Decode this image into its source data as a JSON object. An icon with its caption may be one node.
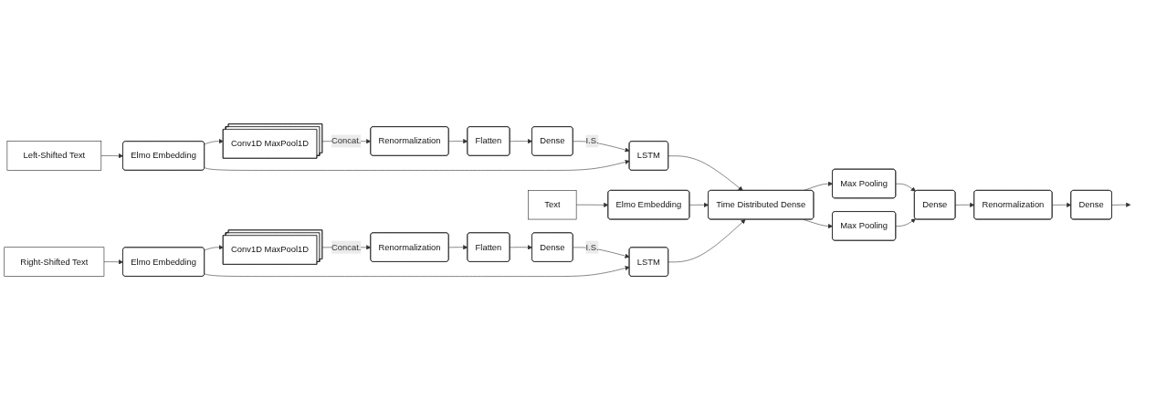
{
  "diagram": {
    "nodes": [
      {
        "text": [
          "Left-Shifted Text"
        ]
      },
      {
        "text": [
          "Elmo Embedding"
        ]
      },
      {
        "text": [
          "Conv1D MaxPool1D"
        ]
      },
      {
        "text": [
          "Renormalization"
        ]
      },
      {
        "text": [
          "Flatten"
        ]
      },
      {
        "text": [
          "Dense"
        ]
      },
      {
        "text": [
          "LSTM"
        ]
      },
      {
        "text": [
          "Text"
        ]
      },
      {
        "text": [
          "Elmo Embedding"
        ]
      },
      {
        "text": [
          "Time Distributed Dense"
        ]
      },
      {
        "text": [
          "Max Pooling"
        ]
      },
      {
        "text": [
          "Max Pooling"
        ]
      },
      {
        "text": [
          "Dense"
        ]
      },
      {
        "text": [
          "Renormalization"
        ]
      },
      {
        "text": [
          "Dense"
        ]
      },
      {
        "text": [
          "Right-Shifted Text"
        ]
      },
      {
        "text": [
          "Elmo Embedding"
        ]
      },
      {
        "text": [
          "Conv1D MaxPool1D"
        ]
      },
      {
        "text": [
          "Renormalization"
        ]
      },
      {
        "text": [
          "Flatten"
        ]
      },
      {
        "text": [
          "Dense"
        ]
      },
      {
        "text": [
          "LSTM"
        ]
      }
    ],
    "edges": [
      {
        "from": 0,
        "to": 1,
        "arrow": "to"
      },
      {
        "from": 1,
        "to": 2,
        "arrow": "to"
      },
      {
        "from": 2,
        "to": 3,
        "label": "Concat.",
        "arrow": "to"
      },
      {
        "from": 3,
        "to": 4,
        "arrow": "to"
      },
      {
        "from": 4,
        "to": 5,
        "arrow": "to"
      },
      {
        "from": 5,
        "to": 6,
        "label": "I.S.",
        "arrow": "to"
      },
      {
        "from": 1,
        "to": 6,
        "arrow": "to"
      },
      {
        "from": 6,
        "to": 9,
        "arrow": "to"
      },
      {
        "from": 7,
        "to": 8,
        "arrow": "to"
      },
      {
        "from": 8,
        "to": 9,
        "arrow": "to"
      },
      {
        "from": 9,
        "to": 10,
        "arrow": "to"
      },
      {
        "from": 9,
        "to": 11,
        "arrow": "to"
      },
      {
        "from": 10,
        "to": 12,
        "arrow": "to"
      },
      {
        "from": 11,
        "to": 12,
        "arrow": "to"
      },
      {
        "from": 12,
        "to": 13,
        "arrow": "to"
      },
      {
        "from": 13,
        "to": 14,
        "arrow": "to"
      },
      {
        "from": 14,
        "to": null,
        "arrow": "to"
      },
      {
        "from": 15,
        "to": 16,
        "arrow": "to"
      },
      {
        "from": 16,
        "to": 17,
        "arrow": "to"
      },
      {
        "from": 17,
        "to": 18,
        "label": "Concat.",
        "arrow": "to"
      },
      {
        "from": 18,
        "to": 19,
        "arrow": "to"
      },
      {
        "from": 19,
        "to": 20,
        "arrow": "to"
      },
      {
        "from": 20,
        "to": 21,
        "label": "I.S.",
        "arrow": "to"
      },
      {
        "from": 16,
        "to": 21,
        "arrow": "to"
      },
      {
        "from": 21,
        "to": 9,
        "arrow": "to"
      }
    ]
  }
}
